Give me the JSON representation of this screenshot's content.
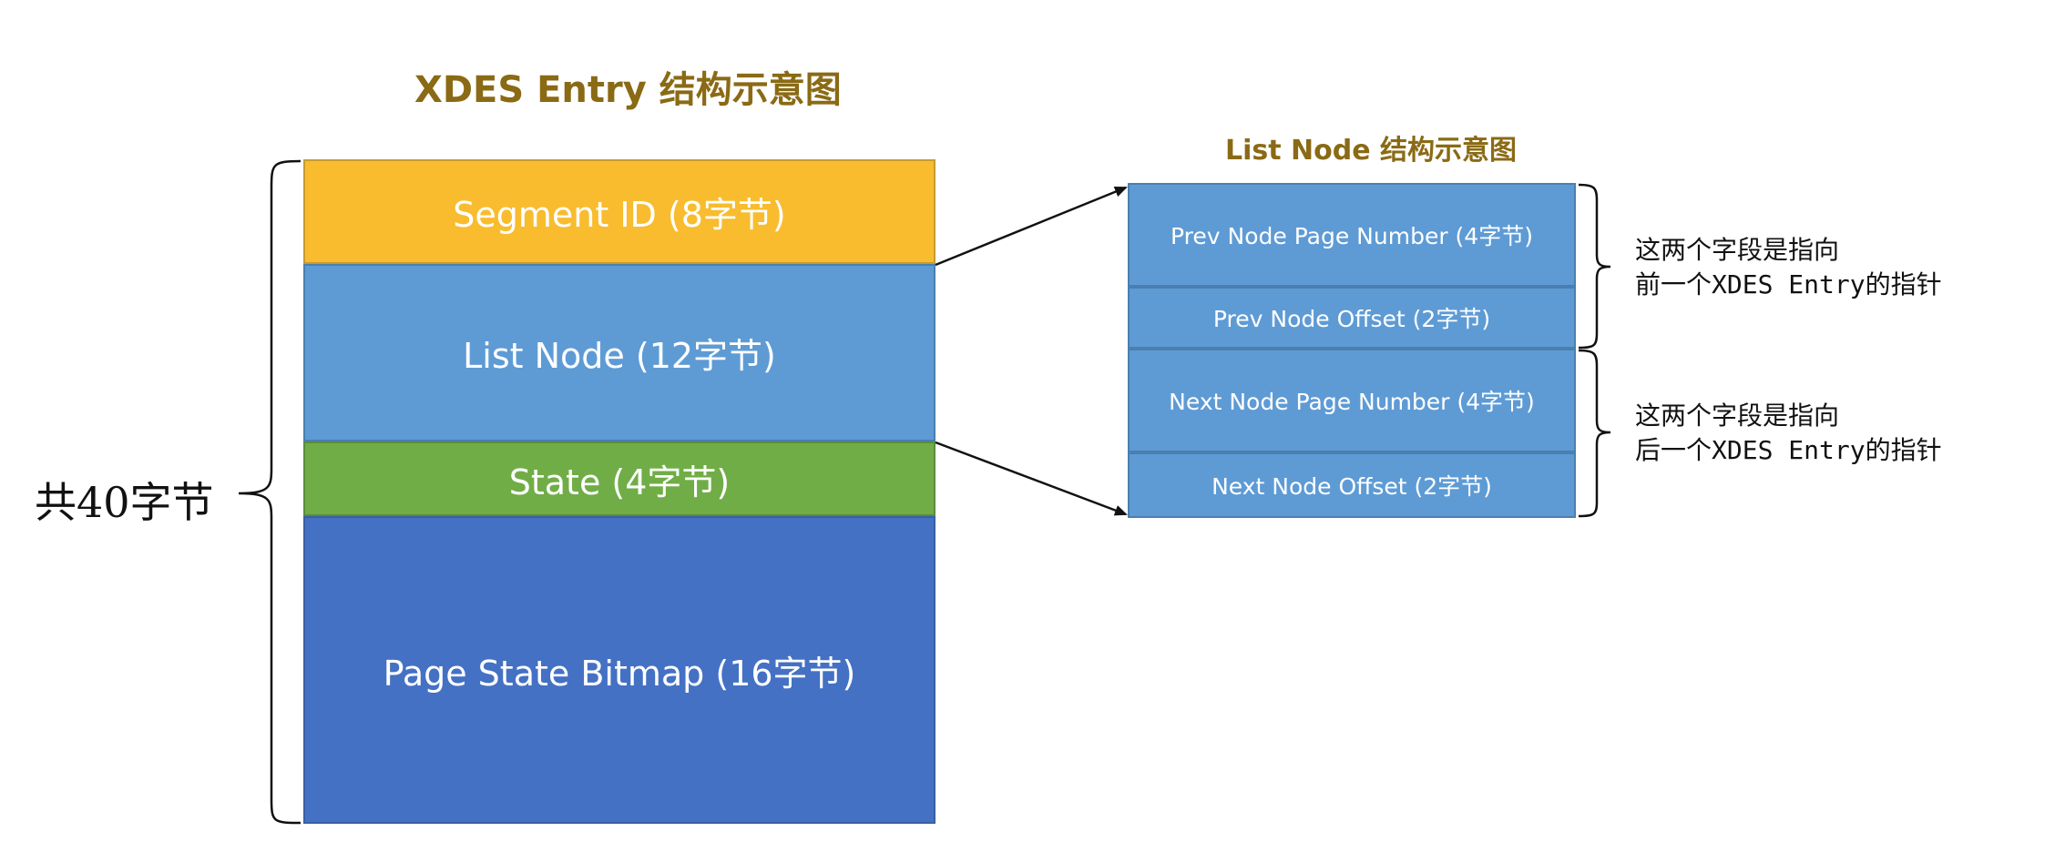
{
  "main_title": "XDES Entry 结构示意图",
  "sub_title": "List Node 结构示意图",
  "xdes_entry_fields": [
    {
      "label": "Segment ID (8字节)",
      "color": "#f8bc2e"
    },
    {
      "label": "List Node (12字节)",
      "color": "#5e9bd5"
    },
    {
      "label": "State (4字节)",
      "color": "#70ad47"
    },
    {
      "label": "Page State Bitmap (16字节)",
      "color": "#4471c4"
    }
  ],
  "list_node_fields": [
    {
      "label": "Prev Node Page Number (4字节)"
    },
    {
      "label": "Prev Node Offset (2字节)"
    },
    {
      "label": "Next Node Page Number (4字节)"
    },
    {
      "label": "Next Node Offset (2字节)"
    }
  ],
  "total_label": "共40字节",
  "notes": {
    "prev": {
      "line1": "这两个字段是指向",
      "line2": "前一个XDES Entry的指针"
    },
    "next": {
      "line1": "这两个字段是指向",
      "line2": "后一个XDES Entry的指针"
    }
  },
  "colors": {
    "title": "#8a6a14",
    "list_node_block": "#5e9bd5",
    "connector": "#111111"
  }
}
